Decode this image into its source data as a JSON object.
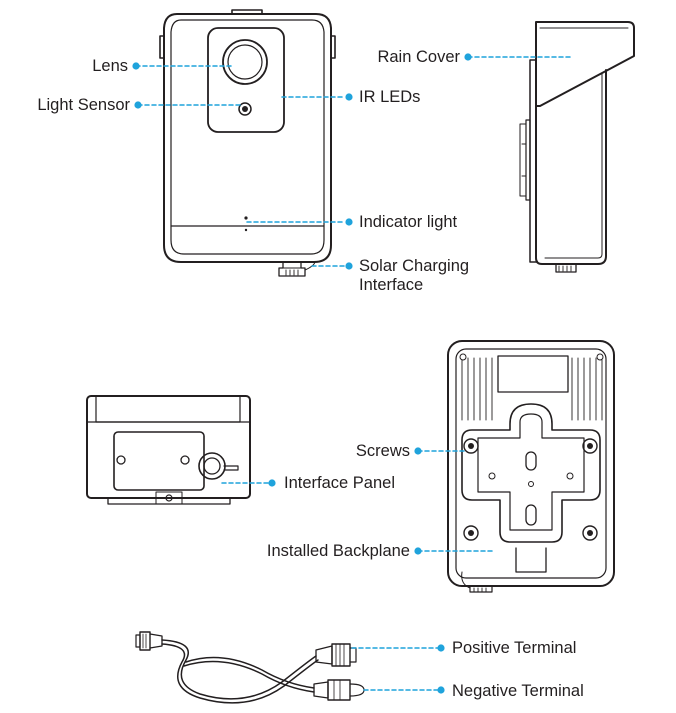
{
  "colors": {
    "callout": "#1fa3dc",
    "line": "#231f20",
    "text": "#231f20"
  },
  "labels": {
    "lens": "Lens",
    "light_sensor": "Light Sensor",
    "rain_cover": "Rain Cover",
    "ir_leds": "IR LEDs",
    "indicator_light": "Indicator light",
    "solar_charging_1": "Solar Charging",
    "solar_charging_2": "Interface",
    "screws": "Screws",
    "interface_panel": "Interface Panel",
    "installed_backplane": "Installed Backplane",
    "positive_terminal": "Positive Terminal",
    "negative_terminal": "Negative Terminal"
  }
}
